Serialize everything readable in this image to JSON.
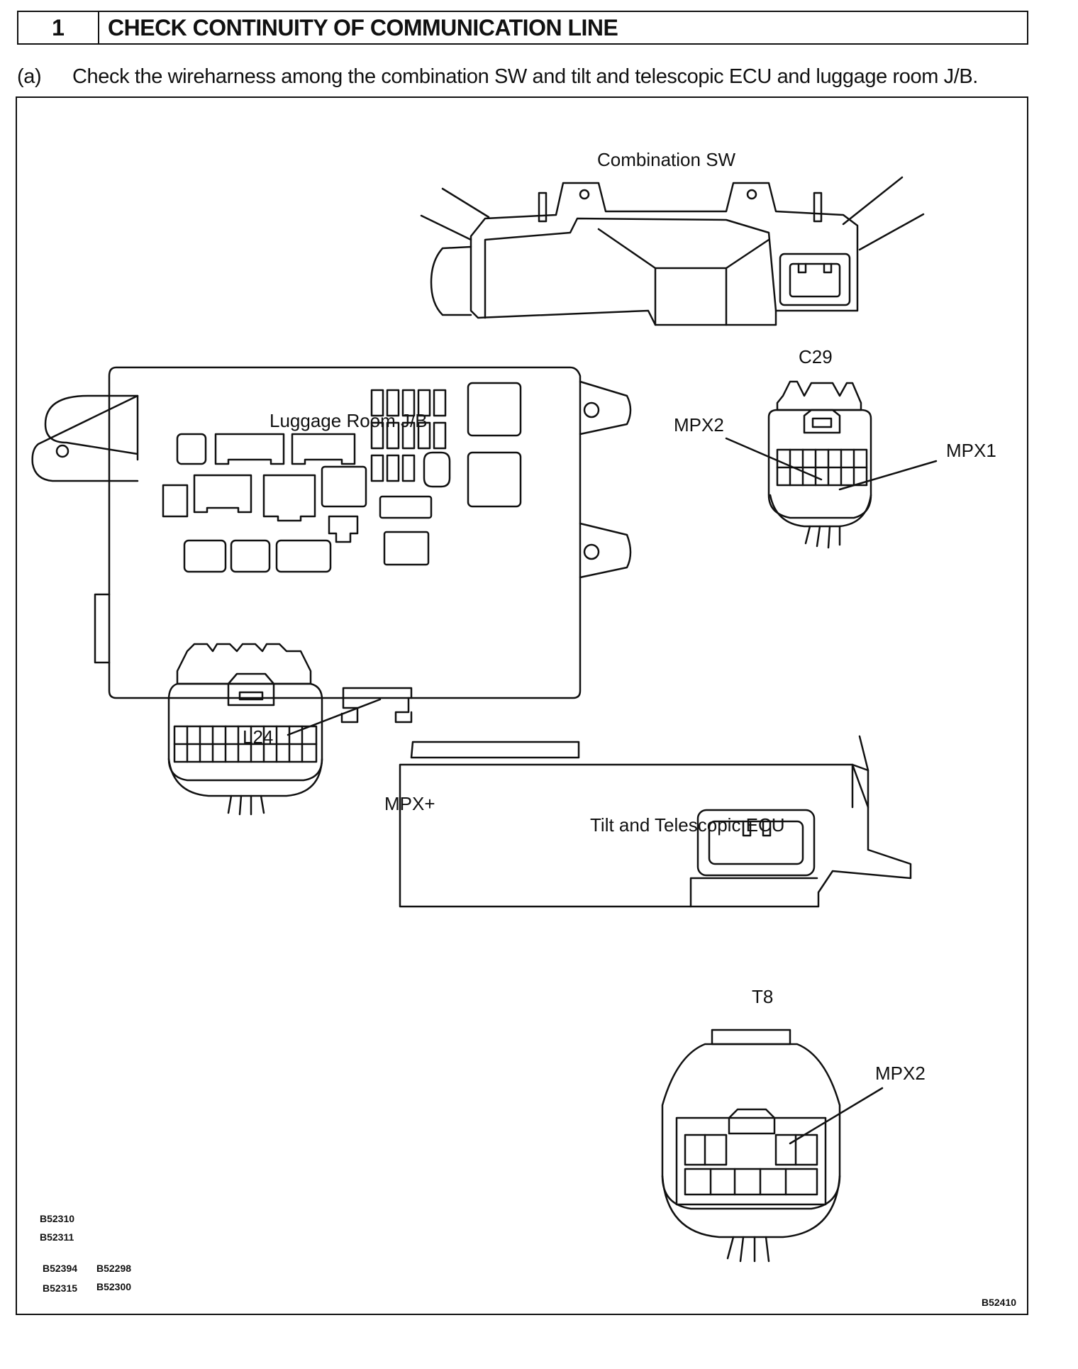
{
  "step": {
    "number": "1",
    "title": "CHECK CONTINUITY OF COMMUNICATION LINE"
  },
  "instruction": {
    "marker": "(a)",
    "text": "Check the wireharness among the combination SW and tilt and telescopic ECU and luggage room J/B."
  },
  "figure": {
    "combination_sw": {
      "label": "Combination SW",
      "connector": "C29",
      "pin_left": "MPX2",
      "pin_right": "MPX1"
    },
    "luggage_room_jb": {
      "label": "Luggage Room J/B",
      "connector": "L24",
      "pin": "MPX+"
    },
    "tilt_telescopic_ecu": {
      "label": "Tilt and Telescopic ECU",
      "connector": "T8",
      "pin": "MPX2"
    },
    "reference_codes": [
      "B52310",
      "B52311",
      "B52394",
      "B52298",
      "B52315",
      "B52300"
    ],
    "figure_code": "B52410"
  }
}
